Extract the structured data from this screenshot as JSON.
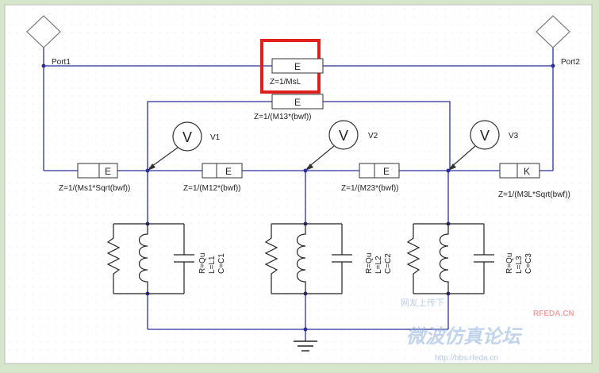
{
  "ports": {
    "p1": "Port1",
    "p2": "Port2"
  },
  "blocks": {
    "ms_label": "Z=1/MsL",
    "ms_letter": "E",
    "m13_label": "Z=1/(M13*(bwf))",
    "m13_letter": "E",
    "ms1_label": "Z=1/(Ms1*Sqrt(bwf))",
    "ms1_letter": "E",
    "m12_label": "Z=1/(M12*(bwf))",
    "m12_letter": "E",
    "m23_label": "Z=1/(M23*(bwf))",
    "m23_letter": "E",
    "m3l_label": "Z=1/(M3L*Sqrt(bwf))",
    "m3l_letter": "K"
  },
  "probes": {
    "v1": "V1",
    "v2": "V2",
    "v3": "V3",
    "symbol": "V"
  },
  "tanks": [
    {
      "r": "R=Qu",
      "l": "L=L1",
      "c": "C=C1"
    },
    {
      "r": "R=Qu",
      "l": "L=L2",
      "c": "C=C2"
    },
    {
      "r": "R=Qu",
      "l": "L=L3",
      "c": "C=C3"
    }
  ],
  "watermark": {
    "top": "网友上传下",
    "brand": "RFEDA.CN",
    "cn": "微波仿真论坛",
    "url": "http://bbs.rfeda.cn"
  },
  "colors": {
    "wire": "#2b2f9a",
    "highlight": "#e0201c",
    "background": "#d6e6cb",
    "canvas": "#ffffff"
  }
}
